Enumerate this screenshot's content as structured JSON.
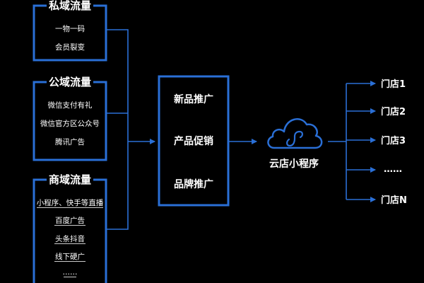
{
  "groups": [
    {
      "title": "私域流量",
      "items": [
        "一物一码",
        "会员裂变"
      ]
    },
    {
      "title": "公域流量",
      "items": [
        "微信支付有礼",
        "微信官方区公众号",
        "腾讯广告"
      ]
    },
    {
      "title": "商域流量",
      "items": [
        "小程序、快手等直播",
        "百度广告",
        "头条抖音",
        "线下硬广",
        "……"
      ]
    }
  ],
  "center": {
    "items": [
      "新品推广",
      "产品促销",
      "品牌推广"
    ]
  },
  "cloud": {
    "label": "云店小程序",
    "icon": "mini-program-cloud-icon"
  },
  "stores": [
    "门店1",
    "门店2",
    "门店3",
    "……",
    "门店N"
  ],
  "colors": {
    "accent": "#2a6fd6",
    "background": "#000000",
    "text": "#ffffff"
  }
}
